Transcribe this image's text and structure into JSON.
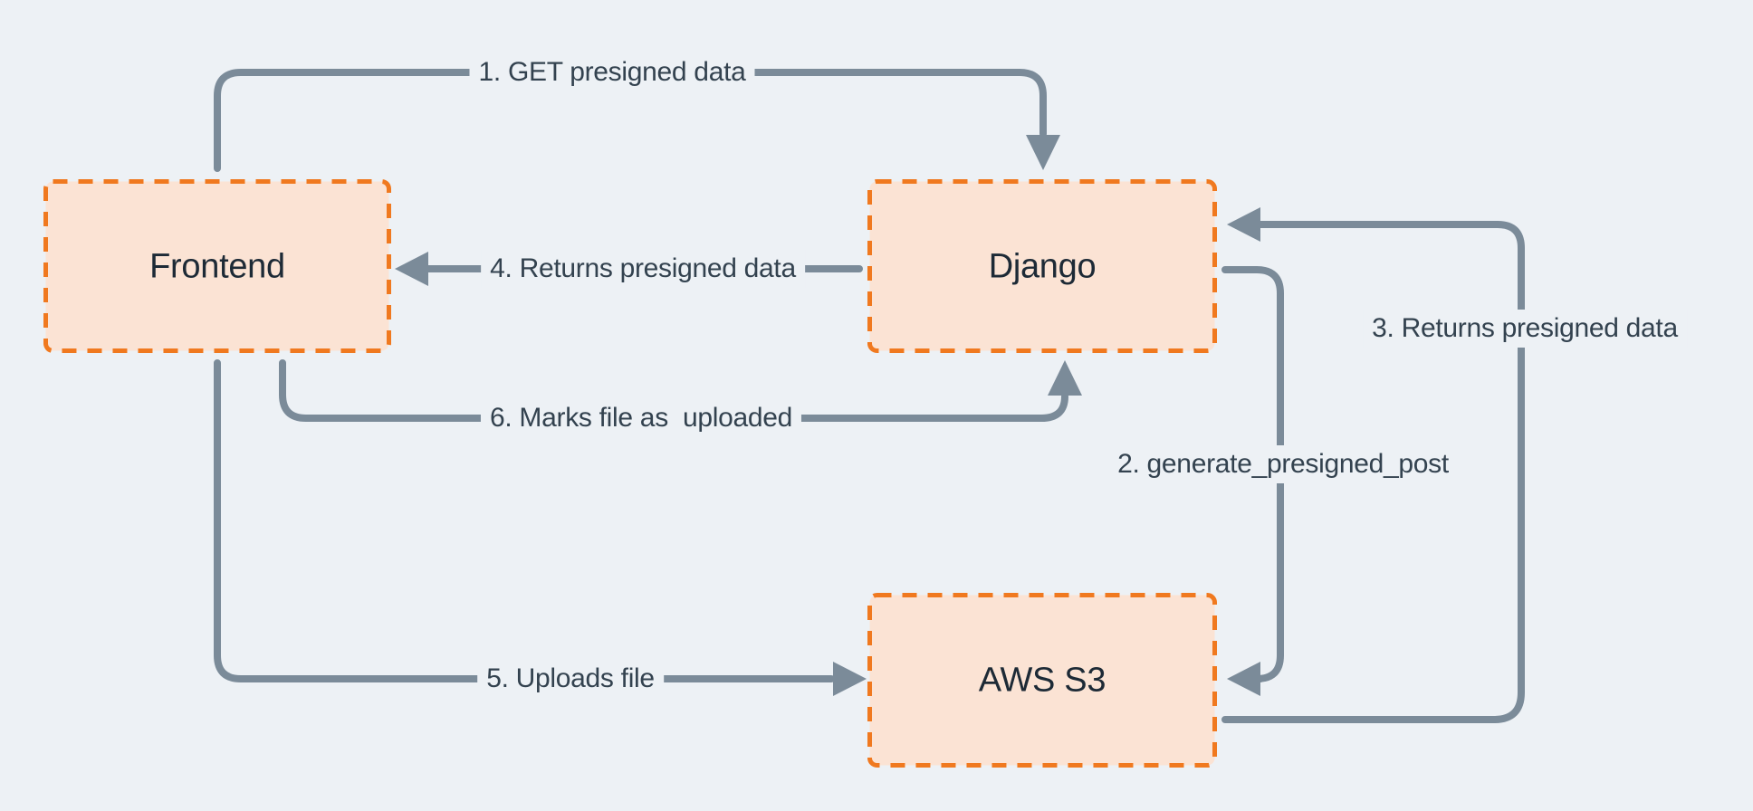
{
  "diagram": {
    "colors": {
      "background": "#edf1f5",
      "arrow": "#7b8b99",
      "node_fill": "#fbe3d4",
      "node_border": "#f0791f",
      "edge_label_text": "#33424f",
      "node_label_text": "#1d2a36"
    },
    "nodes": [
      {
        "id": "frontend",
        "label": "Frontend"
      },
      {
        "id": "django",
        "label": "Django"
      },
      {
        "id": "aws-s3",
        "label": "AWS S3"
      }
    ],
    "edges": [
      {
        "label": "1. GET presigned data",
        "from": "Frontend",
        "to": "Django"
      },
      {
        "label": "2. generate_presigned_post",
        "from": "Django",
        "to": "AWS S3"
      },
      {
        "label": "3. Returns presigned data",
        "from": "AWS S3",
        "to": "Django"
      },
      {
        "label": "4. Returns presigned data",
        "from": "Django",
        "to": "Frontend"
      },
      {
        "label": "5. Uploads file",
        "from": "Frontend",
        "to": "AWS S3"
      },
      {
        "label": "6. Marks file as  uploaded",
        "from": "Frontend",
        "to": "Django"
      }
    ]
  }
}
